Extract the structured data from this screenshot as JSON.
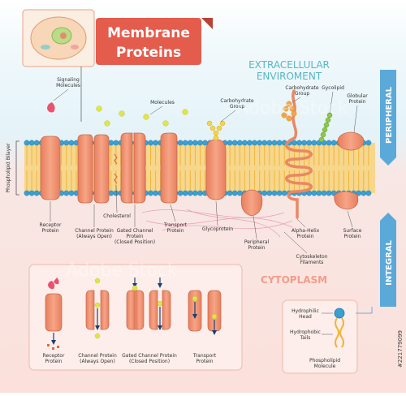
{
  "title": {
    "line1": "Membrane",
    "line2": "Proteins"
  },
  "zones": {
    "extracellular_line1": "EXTRACELLULAR",
    "extracellular_line2": "ENVIROMENT",
    "cytoplasm": "CYTOPLASM"
  },
  "side_labels": {
    "peripheral": "PERIPHERAL",
    "integral": "INTEGRAL",
    "bilayer": "Phospholipid Bilayer"
  },
  "labels": {
    "signaling_1": "Signaling",
    "signaling_2": "Molecules",
    "molecules": "Molecules",
    "carb_left_1": "Carbohydrate",
    "carb_left_2": "Group",
    "carb_right_1": "Carbohydrate",
    "carb_right_2": "Group",
    "glycolipid": "Gycolipid",
    "globular_1": "Globular",
    "globular_2": "Protein",
    "receptor_1": "Receptor",
    "receptor_2": "Protein",
    "channel_1": "Channel Protein",
    "channel_2": "(Always Open)",
    "cholesterol": "Cholesterol",
    "gated_1": "Gated Channel",
    "gated_2": "Protein",
    "gated_3": "(Closed Position)",
    "transport_1": "Transport",
    "transport_2": "Protein",
    "glycoprotein": "Glycoprotein",
    "alpha_1": "Alpha-Helix",
    "alpha_2": "Protein",
    "surface_1": "Surface",
    "surface_2": "Protein",
    "peripheral_1": "Peripheral",
    "peripheral_2": "Protein",
    "cyto_1": "Cytoskeleton",
    "cyto_2": "Filaments"
  },
  "inset": {
    "receptor_1": "Receptor",
    "receptor_2": "Protein",
    "channel_1": "Channel Protein",
    "channel_2": "(Always Open)",
    "gated_1": "Gated Channel Protein",
    "gated_2": "(Closed Position)",
    "transport_1": "Transport",
    "transport_2": "Protein"
  },
  "legend": {
    "head_1": "Hydrophilic",
    "head_2": "Head",
    "tails_1": "Hydrophobic",
    "tails_2": "Tails",
    "molecule_1": "Phospholipid",
    "molecule_2": "Molecule"
  },
  "watermark": "Adobe Stock",
  "stock_id": "#221779099",
  "colors": {
    "protein": "#ef8f6f",
    "protein_dark": "#c8684a",
    "head": "#3a9fd1",
    "tail": "#f0b43c",
    "molecule": "#dfe645",
    "pink_drop": "#e9536f",
    "teal_text": "#56b7c4",
    "cytoplasm_text": "#f39c8a",
    "title_red": "#e45c4c"
  }
}
